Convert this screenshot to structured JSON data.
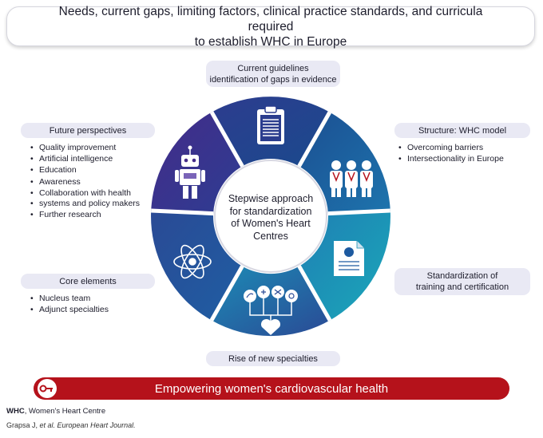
{
  "title": {
    "line1": "Needs, current gaps, limiting factors, clinical practice standards, and curricula required",
    "line2": "to establish WHC in Europe"
  },
  "center_label": {
    "line1": "Stepwise approach",
    "line2": "for standardization",
    "line3": "of Women's Heart",
    "line4": "Centres"
  },
  "labels": {
    "current_guidelines": {
      "line1": "Current guidelines",
      "line2": "identification of gaps in evidence"
    },
    "future_perspectives": "Future perspectives",
    "structure": "Structure: WHC model",
    "standardization": {
      "line1": "Standardization of",
      "line2": "training and certification"
    },
    "core_elements": "Core elements",
    "new_specialties": "Rise of new specialties"
  },
  "future_items": [
    "Quality improvement",
    "Artificial intelligence",
    "Education",
    "Awareness",
    "Collaboration with health",
    "systems and policy makers",
    "Further research"
  ],
  "structure_items": [
    "Overcoming barriers",
    "Intersectionality in Europe"
  ],
  "core_items": [
    "Nucleus team",
    "Adjunct specialties"
  ],
  "banner": "Empowering women's cardiovascular health",
  "footnote": {
    "abbr": "WHC",
    "text": ", Women's Heart Centre"
  },
  "citation": {
    "authors": "Grapsa J, ",
    "etal": "et al.",
    "journal": " European Heart Journal."
  },
  "icons": [
    "clipboard-icon",
    "doctors-icon",
    "certificate-icon",
    "specialties-icon",
    "atom-icon",
    "robot-icon",
    "key-icon"
  ],
  "colors": {
    "purple": "#3b2b88",
    "navy": "#1b3f86",
    "blue": "#1e6fa8",
    "teal": "#1aa6b8",
    "banner_red": "#b5121b",
    "pill_bg": "#e9e9f4"
  }
}
